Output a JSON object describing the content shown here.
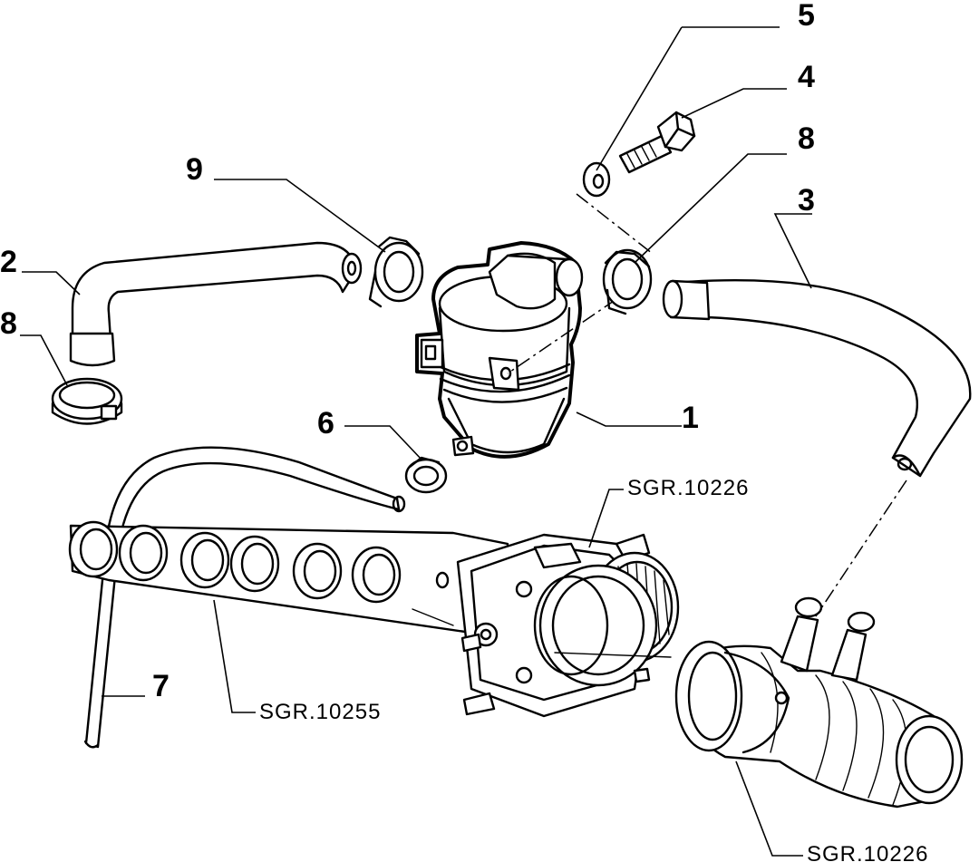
{
  "callouts": [
    {
      "id": "1",
      "label": "1"
    },
    {
      "id": "2",
      "label": "2"
    },
    {
      "id": "3",
      "label": "3"
    },
    {
      "id": "4",
      "label": "4"
    },
    {
      "id": "5",
      "label": "5"
    },
    {
      "id": "6",
      "label": "6"
    },
    {
      "id": "7",
      "label": "7"
    },
    {
      "id": "8a",
      "label": "8"
    },
    {
      "id": "8b",
      "label": "8"
    },
    {
      "id": "9",
      "label": "9"
    }
  ],
  "references": [
    {
      "id": "throttle",
      "label": "SGR.10226"
    },
    {
      "id": "manifold",
      "label": "SGR.10255"
    },
    {
      "id": "intake",
      "label": "SGR.10226"
    }
  ],
  "colors": {
    "ink": "#000000",
    "paper": "#ffffff"
  }
}
